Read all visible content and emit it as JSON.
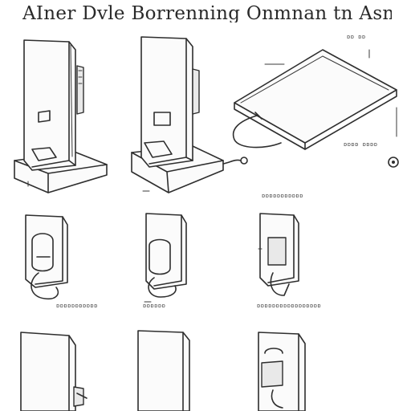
{
  "title": "AIner Dvle Borrenning Onmnan tn Asneg",
  "captions": {
    "top_right_code": "ɒɒ ɒɒ",
    "tablet_code": "ɒɒɒɒ ɒɒɒɒ",
    "row1_bottom": "ɒɒɒɒɒɒɒɒɒɒɒ",
    "row2_left": "ɒɒɒɒɒɒɒɒɒɒɒ",
    "row2_mid": "ɒɒɒɒɒɒ",
    "row2_right": "ɒɒɒɒɒɒɒɒɒɒɒɒɒɒɒɒɒ"
  }
}
